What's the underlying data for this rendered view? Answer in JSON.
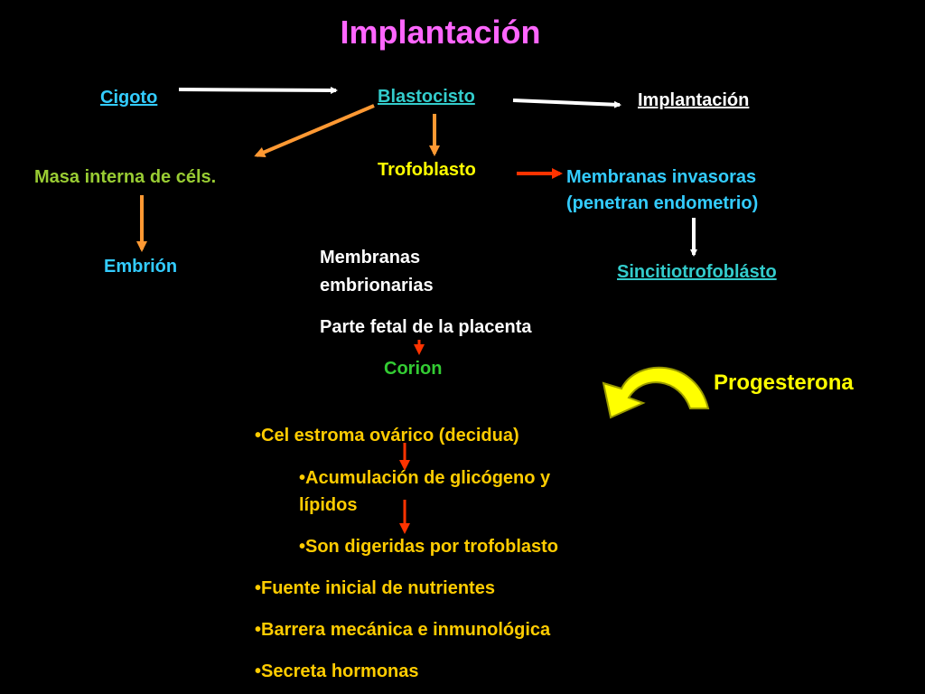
{
  "title": "Implantación",
  "flow": {
    "cigoto": "Cigoto",
    "blastocisto": "Blastocisto",
    "implantacion": "Implantación",
    "masa_interna": "Masa interna de céls.",
    "trofoblasto": "Trofoblasto",
    "membranas_invasoras_1": "Membranas invasoras",
    "membranas_invasoras_2": "(penetran endometrio)",
    "embrion": "Embrión",
    "membranas_embrionarias_1": "Membranas",
    "membranas_embrionarias_2": "embrionarias",
    "parte_fetal": "Parte fetal de la placenta",
    "corion": "Corion",
    "sincitiotrofoblasto": "Sincitiotrofoblásto",
    "progesterona": "Progesterona"
  },
  "bullets": [
    "•Cel estroma ovárico (decidua)",
    "•Acumulación de glicógeno y",
    "lípidos",
    "•Son digeridas por trofoblasto",
    "•Fuente inicial de nutrientes",
    "•Barrera mecánica e inmunológica",
    "•Secreta hormonas"
  ],
  "colors": {
    "title": "#ff66ff",
    "cyan_link": "#33ccff",
    "teal_link": "#33cccc",
    "green": "#99cc33",
    "corion_green": "#33cc33",
    "white": "#ffffff",
    "yellow": "#ffff00",
    "orange": "#ffcc00",
    "arrow_orange": "#ff9933",
    "arrow_red": "#ff3300"
  },
  "icons": [
    "white-arrow",
    "orange-arrow",
    "red-arrow",
    "yellow-curved-arrow"
  ]
}
